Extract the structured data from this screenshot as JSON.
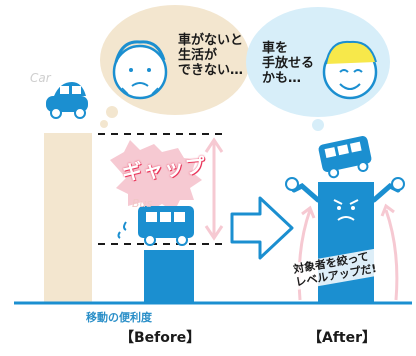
{
  "colors": {
    "blue": "#1b8fd0",
    "blue_light": "#d7eef9",
    "beige": "#f3e6cf",
    "pink": "#f6c9d2",
    "accent_pink": "#e9365b",
    "yellow": "#f7e84a",
    "gray": "#dcdcdc"
  },
  "bubble_left": {
    "text": "車がないと\n生活が\nできない…"
  },
  "bubble_right": {
    "text": "車を\n手放せる\nかも…"
  },
  "labels": {
    "car": "Car",
    "bus": "Bus",
    "gap": "ギャップ",
    "slogan": "対象者を絞って\nレベルアップだ!",
    "axis": "移動の便利度",
    "before": "【Before】",
    "after": "【After】"
  }
}
